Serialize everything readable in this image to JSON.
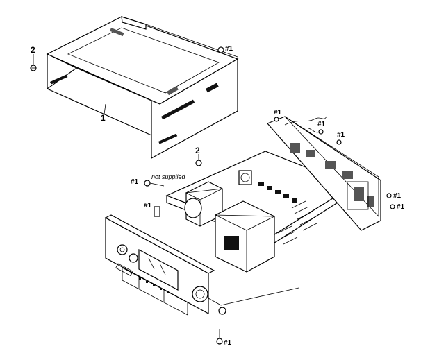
{
  "labels": {
    "cover_part": "1",
    "cover_screw_left": "2",
    "cover_screw_bottom": "2",
    "screw_ref": "#1",
    "not_supplied_note": "not supplied"
  },
  "colors": {
    "line": "#000000",
    "background": "#ffffff"
  }
}
